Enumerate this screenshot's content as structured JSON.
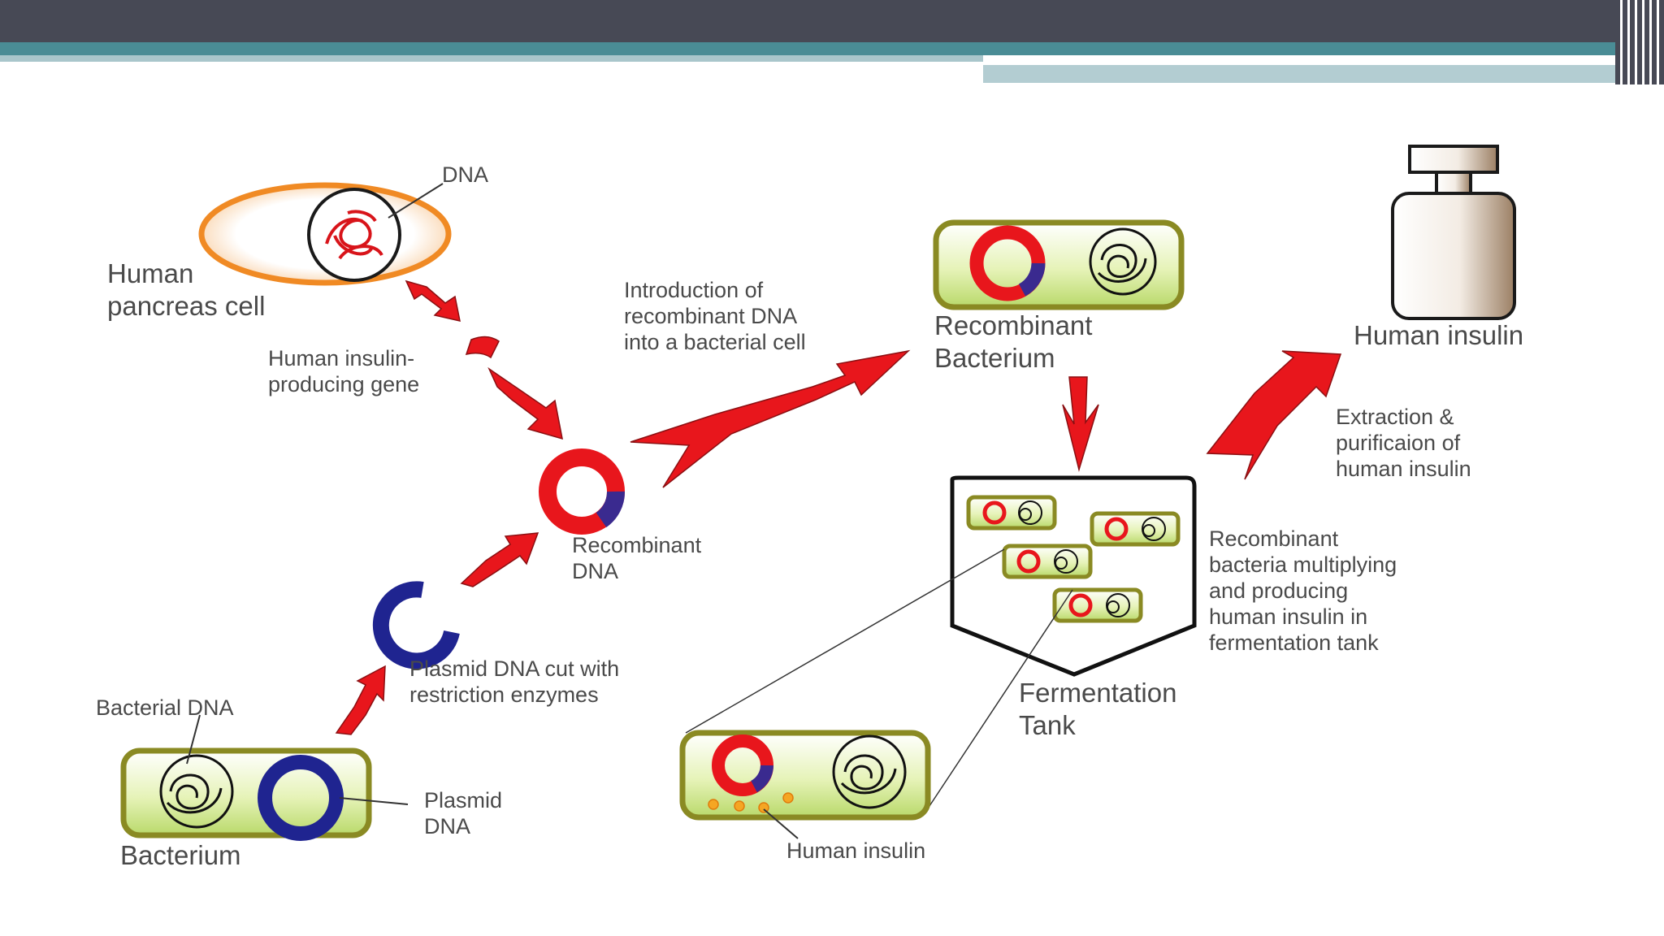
{
  "colors": {
    "header_dark": "#474955",
    "header_teal": "#4a8c95",
    "arrow_red": "#e8161c",
    "plasmid_blue": "#1f2490",
    "cell_orange": "#f08a24",
    "bacterium_green": "#dbeea0"
  },
  "labels": {
    "dna": "DNA",
    "pancreas_1": "Human",
    "pancreas_2": "pancreas cell",
    "gene_1": "Human insulin-",
    "gene_2": "producing gene",
    "intro_1": "Introduction of",
    "intro_2": "recombinant DNA",
    "intro_3": "into a bacterial cell",
    "recomb_bact_1": "Recombinant",
    "recomb_bact_2": "Bacterium",
    "insulin_top": "Human insulin",
    "extract_1": "Extraction &",
    "extract_2": "purificaion of",
    "extract_3": "human insulin",
    "recomb_dna_1": "Recombinant",
    "recomb_dna_2": "DNA",
    "multiply_1": "Recombinant",
    "multiply_2": "bacteria multiplying",
    "multiply_3": "and producing",
    "multiply_4": "human insulin in",
    "multiply_5": "fermentation tank",
    "plasmid_cut_1": "Plasmid DNA cut with",
    "plasmid_cut_2": "restriction enzymes",
    "bacterial_dna": "Bacterial DNA",
    "ferm_1": "Fermentation",
    "ferm_2": "Tank",
    "plasmid_1": "Plasmid",
    "plasmid_2": "DNA",
    "bacterium": "Bacterium",
    "insulin_bottom": "Human insulin"
  }
}
